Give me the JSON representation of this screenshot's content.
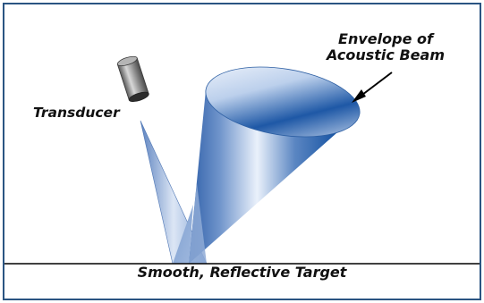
{
  "labels": {
    "transducer": "Transducer",
    "envelope_line1": "Envelope of",
    "envelope_line2": "Acoustic Beam",
    "target": "Smooth, Reflective Target"
  },
  "colors": {
    "frame_border": "#2b5582",
    "beam_dark": "#1f5aa6",
    "beam_light": "#e6eef9",
    "ground_line": "#000000",
    "transducer_body": "#9a9a9a"
  },
  "icons": {
    "transducer": "cylinder-transducer-icon",
    "arrow": "pointer-arrow-icon"
  }
}
